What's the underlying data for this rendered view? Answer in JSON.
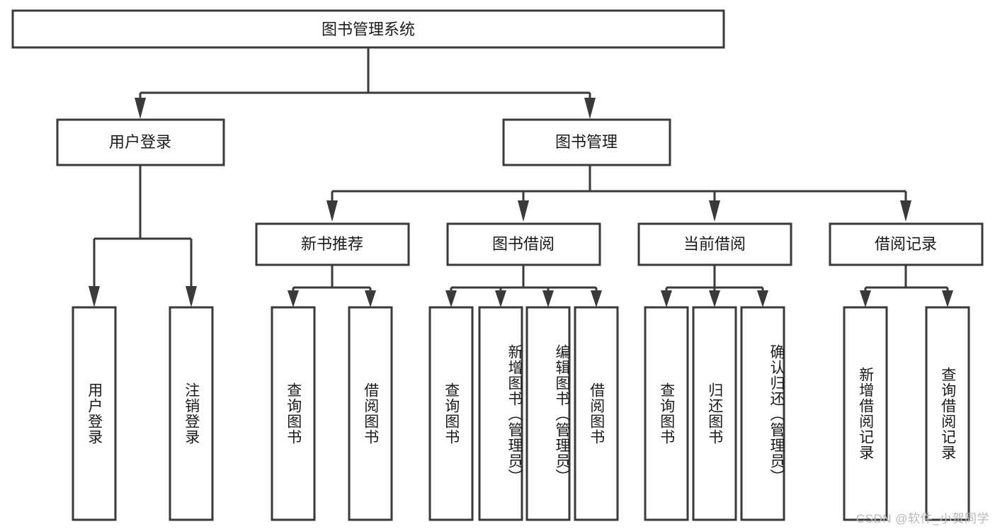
{
  "diagram": {
    "type": "tree-hierarchy",
    "title": "图书管理系统",
    "watermark": "CSDN @软件_小贺同学",
    "root": {
      "id": "root",
      "label": "图书管理系统",
      "orientation": "horizontal"
    },
    "level2": [
      {
        "id": "user-login",
        "label": "用户登录",
        "orientation": "horizontal"
      },
      {
        "id": "book-manage",
        "label": "图书管理",
        "orientation": "horizontal"
      }
    ],
    "level3": [
      {
        "id": "new-book-recommend",
        "label": "新书推荐",
        "orientation": "horizontal",
        "parent": "book-manage"
      },
      {
        "id": "book-borrow",
        "label": "图书借阅",
        "orientation": "horizontal",
        "parent": "book-manage"
      },
      {
        "id": "current-borrow",
        "label": "当前借阅",
        "orientation": "horizontal",
        "parent": "book-manage"
      },
      {
        "id": "borrow-record",
        "label": "借阅记录",
        "orientation": "horizontal",
        "parent": "book-manage"
      }
    ],
    "leaves": [
      {
        "id": "leaf-user-login",
        "label": "用户登录",
        "parent": "user-login"
      },
      {
        "id": "leaf-user-logout",
        "label": "注销登录",
        "parent": "user-login"
      },
      {
        "id": "leaf-query-book-1",
        "label": "查询图书",
        "parent": "new-book-recommend"
      },
      {
        "id": "leaf-borrow-book-1",
        "label": "借阅图书",
        "parent": "new-book-recommend"
      },
      {
        "id": "leaf-query-book-2",
        "label": "查询图书",
        "parent": "book-borrow"
      },
      {
        "id": "leaf-add-book",
        "label": "新增图书（管理员）",
        "parent": "book-borrow"
      },
      {
        "id": "leaf-edit-book",
        "label": "编辑图书（管理员）",
        "parent": "book-borrow"
      },
      {
        "id": "leaf-borrow-book-2",
        "label": "借阅图书",
        "parent": "book-borrow"
      },
      {
        "id": "leaf-query-book-3",
        "label": "查询图书",
        "parent": "current-borrow"
      },
      {
        "id": "leaf-return-book",
        "label": "归还图书",
        "parent": "current-borrow"
      },
      {
        "id": "leaf-confirm-return",
        "label": "确认归还（管理员）",
        "parent": "current-borrow"
      },
      {
        "id": "leaf-add-record",
        "label": "新增借阅记录",
        "parent": "borrow-record"
      },
      {
        "id": "leaf-query-record",
        "label": "查询借阅记录",
        "parent": "borrow-record"
      }
    ],
    "colors": {
      "stroke": "#3a3a3a",
      "fill": "#ffffff",
      "text": "#1a1a1a",
      "watermark": "#b9b9b9"
    }
  }
}
